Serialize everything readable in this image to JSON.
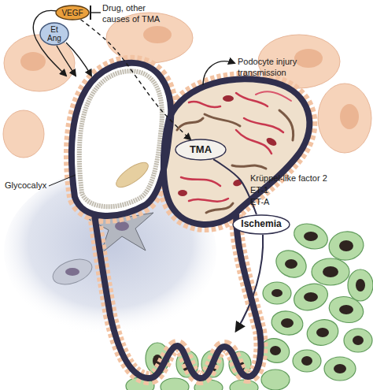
{
  "diagram": {
    "nodes": [
      {
        "text": [
          "VEGF"
        ]
      },
      {
        "text": [
          "Et",
          "Ang"
        ]
      },
      {
        "text": [
          "TMA"
        ]
      },
      {
        "text": [
          "Ischemia"
        ]
      }
    ],
    "edges": [
      {
        "from": 0,
        "to": 2,
        "arrow": "to"
      },
      {
        "from": 2,
        "to": 3,
        "arrow": "none"
      }
    ],
    "labels": [
      "Drug, other causes of TMA",
      "Podocyte injury transmission",
      "Glycocalyx",
      "Krüppel-like factor 2",
      "ET-1",
      "ET-A"
    ]
  }
}
